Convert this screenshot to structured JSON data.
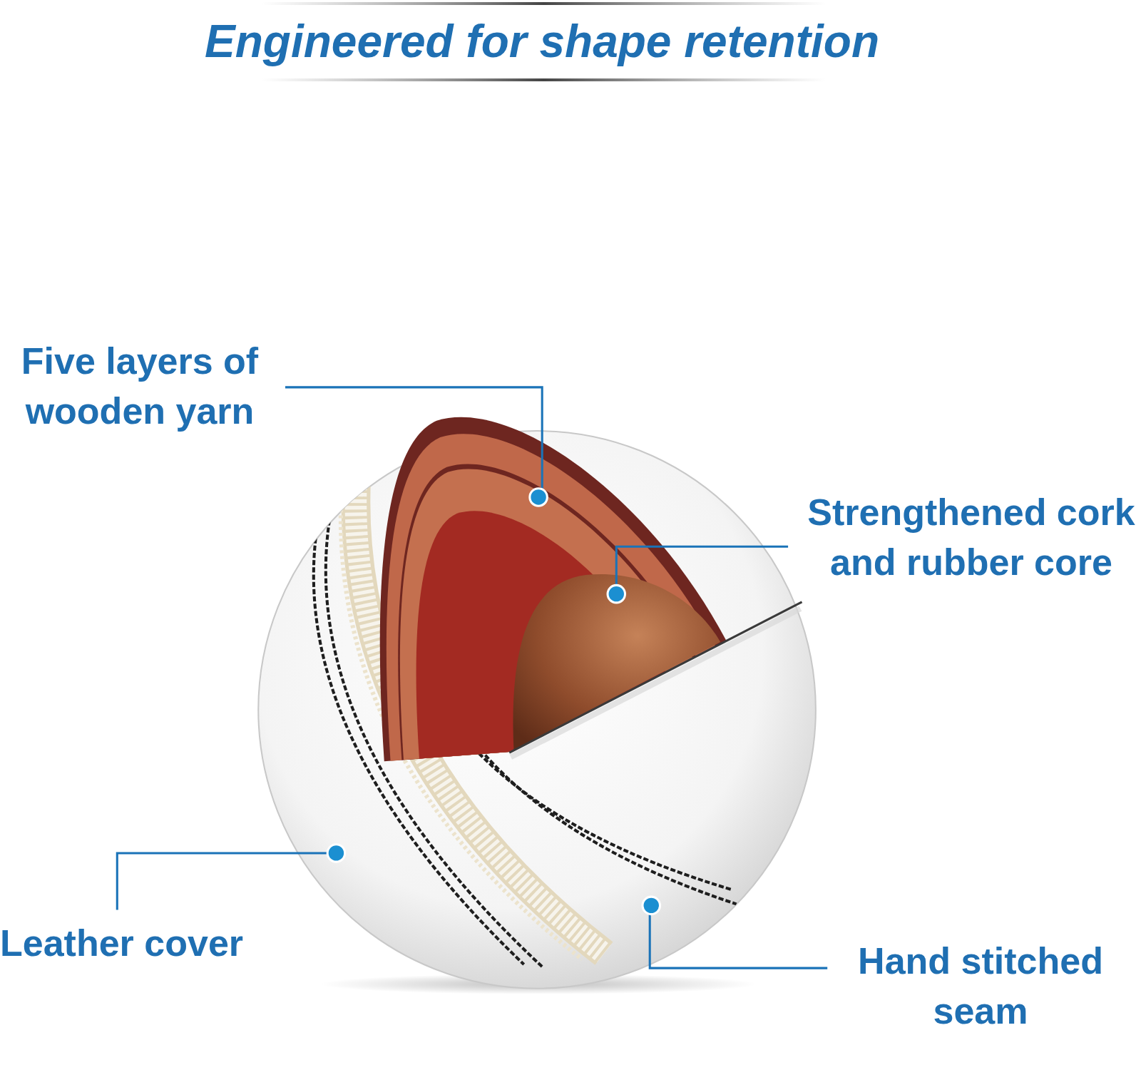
{
  "diagram": {
    "title": "Engineered for shape retention",
    "labels": [
      "Five layers of wooden yarn",
      "Strengthened cork and rubber core",
      "Leather cover",
      "Hand stitched seam"
    ]
  }
}
